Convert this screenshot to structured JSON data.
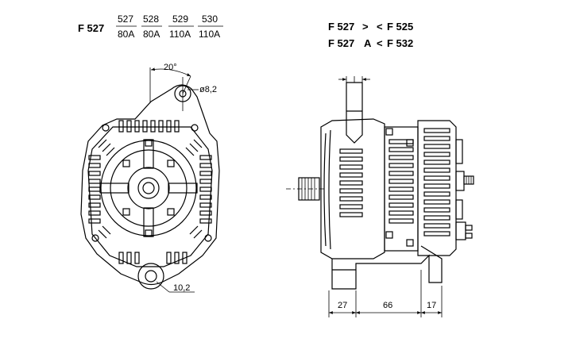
{
  "header": {
    "model": "F 527",
    "variants": [
      {
        "code": "527",
        "amps": "80A"
      },
      {
        "code": "528",
        "amps": "80A"
      },
      {
        "code": "529",
        "amps": "110A"
      },
      {
        "code": "530",
        "amps": "110A"
      }
    ],
    "compare": [
      {
        "left": "F 527",
        "sym": ">",
        "mid": "<",
        "right": "F 525"
      },
      {
        "left": "F 527",
        "sym": "A",
        "mid": "<",
        "right": "F 532"
      }
    ]
  },
  "dimensions": {
    "angle": "20°",
    "hole": "ø8,2",
    "bottom_hole": "10,2",
    "widths": [
      "27",
      "66",
      "17"
    ]
  }
}
